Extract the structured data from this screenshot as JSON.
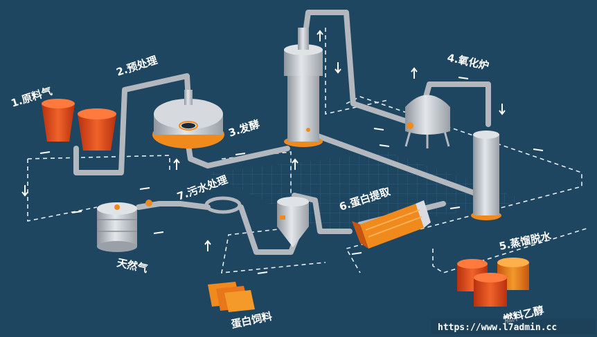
{
  "diagram": {
    "colors": {
      "background": "#1f4660",
      "pipe": "#b3b8bf",
      "steel": "#c6cacf",
      "orange": "#f08a1c",
      "red_orange": "#d9481c",
      "dash": "#e6eef5"
    },
    "labels": {
      "raw_gas": "1.原料气",
      "pretreatment": "2.预处理",
      "fermentation": "3.发酵",
      "oxidation_furnace": "4.氧化炉",
      "distillation": "5.蒸馏脱水",
      "protein_extraction": "6.蛋白提取",
      "wastewater": "7.污水处理",
      "natural_gas": "天然气",
      "protein_feed": "蛋白饲料",
      "fuel_ethanol": "燃料乙醇"
    },
    "watermark": "https://www.l7admin.cc"
  }
}
